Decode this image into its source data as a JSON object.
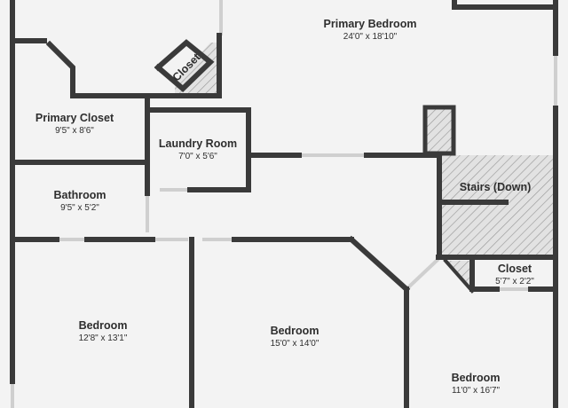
{
  "rooms": {
    "primary_bedroom": {
      "name": "Primary Bedroom",
      "dims": "24'0\" x 18'10\""
    },
    "closet_top": {
      "name": "Closet"
    },
    "primary_closet": {
      "name": "Primary Closet",
      "dims": "9'5\" x 8'6\""
    },
    "laundry": {
      "name": "Laundry Room",
      "dims": "7'0\" x 5'6\""
    },
    "bathroom": {
      "name": "Bathroom",
      "dims": "9'5\" x 5'2\""
    },
    "stairs": {
      "name": "Stairs (Down)"
    },
    "closet_right": {
      "name": "Closet",
      "dims": "5'7\" x 2'2\""
    },
    "bedroom_left": {
      "name": "Bedroom",
      "dims": "12'8\" x 13'1\""
    },
    "bedroom_mid": {
      "name": "Bedroom",
      "dims": "15'0\" x 14'0\""
    },
    "bedroom_right": {
      "name": "Bedroom",
      "dims": "11'0\" x 16'7\""
    }
  },
  "colors": {
    "wall": "#3a3a3a",
    "floor": "#f3f3f3",
    "hatch": "#9a9a9a"
  }
}
